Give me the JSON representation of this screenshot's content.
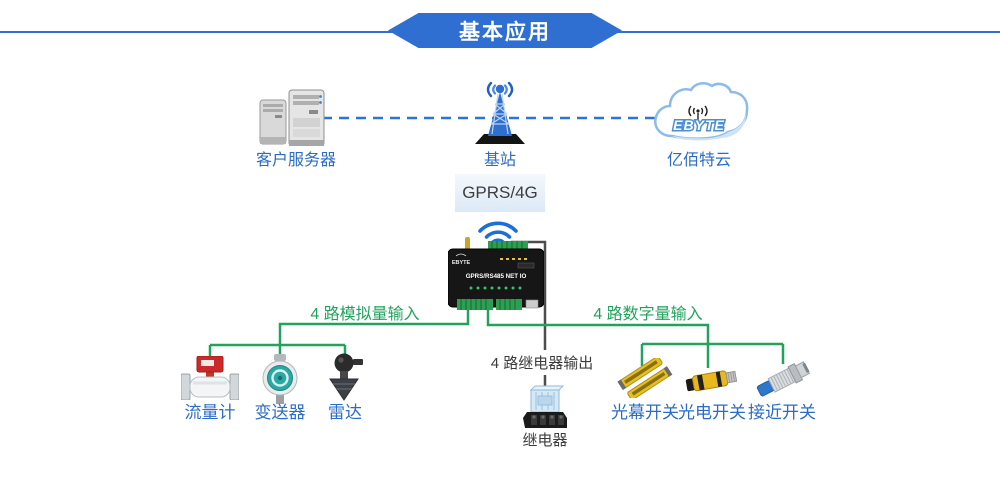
{
  "banner": {
    "title": "基本应用"
  },
  "top_row": {
    "server": {
      "label": "客户服务器",
      "icon": "server-towers-icon"
    },
    "base_station": {
      "label": "基站",
      "icon": "antenna-tower-icon"
    },
    "cloud": {
      "label": "亿佰特云",
      "brand": "EBYTE",
      "icon": "cloud-icon"
    }
  },
  "link": {
    "label": "GPRS/4G",
    "icon": "wifi-icon"
  },
  "device": {
    "model": "GPRS/RS485 NET IO",
    "brand": "EBYTE",
    "icon": "io-device-icon"
  },
  "branches": {
    "analog": {
      "label": "4 路模拟量输入",
      "items": [
        {
          "label": "流量计",
          "icon": "flow-meter-icon"
        },
        {
          "label": "变送器",
          "icon": "transmitter-icon"
        },
        {
          "label": "雷达",
          "icon": "radar-sensor-icon"
        }
      ]
    },
    "digital": {
      "label": "4 路数字量输入",
      "items": [
        {
          "label": "光幕开关",
          "icon": "light-curtain-icon"
        },
        {
          "label": "光电开关",
          "icon": "photoelectric-switch-icon"
        },
        {
          "label": "接近开关",
          "icon": "proximity-switch-icon"
        }
      ]
    },
    "relay_output": {
      "label": "4 路继电器输出",
      "item": {
        "label": "继电器",
        "icon": "relay-icon"
      }
    }
  },
  "colors": {
    "accent_blue": "#306fd2",
    "label_blue": "#2b6cc6",
    "line_green": "#22a35c",
    "dark_line": "#4d4d4d",
    "dashed_blue": "#2f72d8"
  }
}
